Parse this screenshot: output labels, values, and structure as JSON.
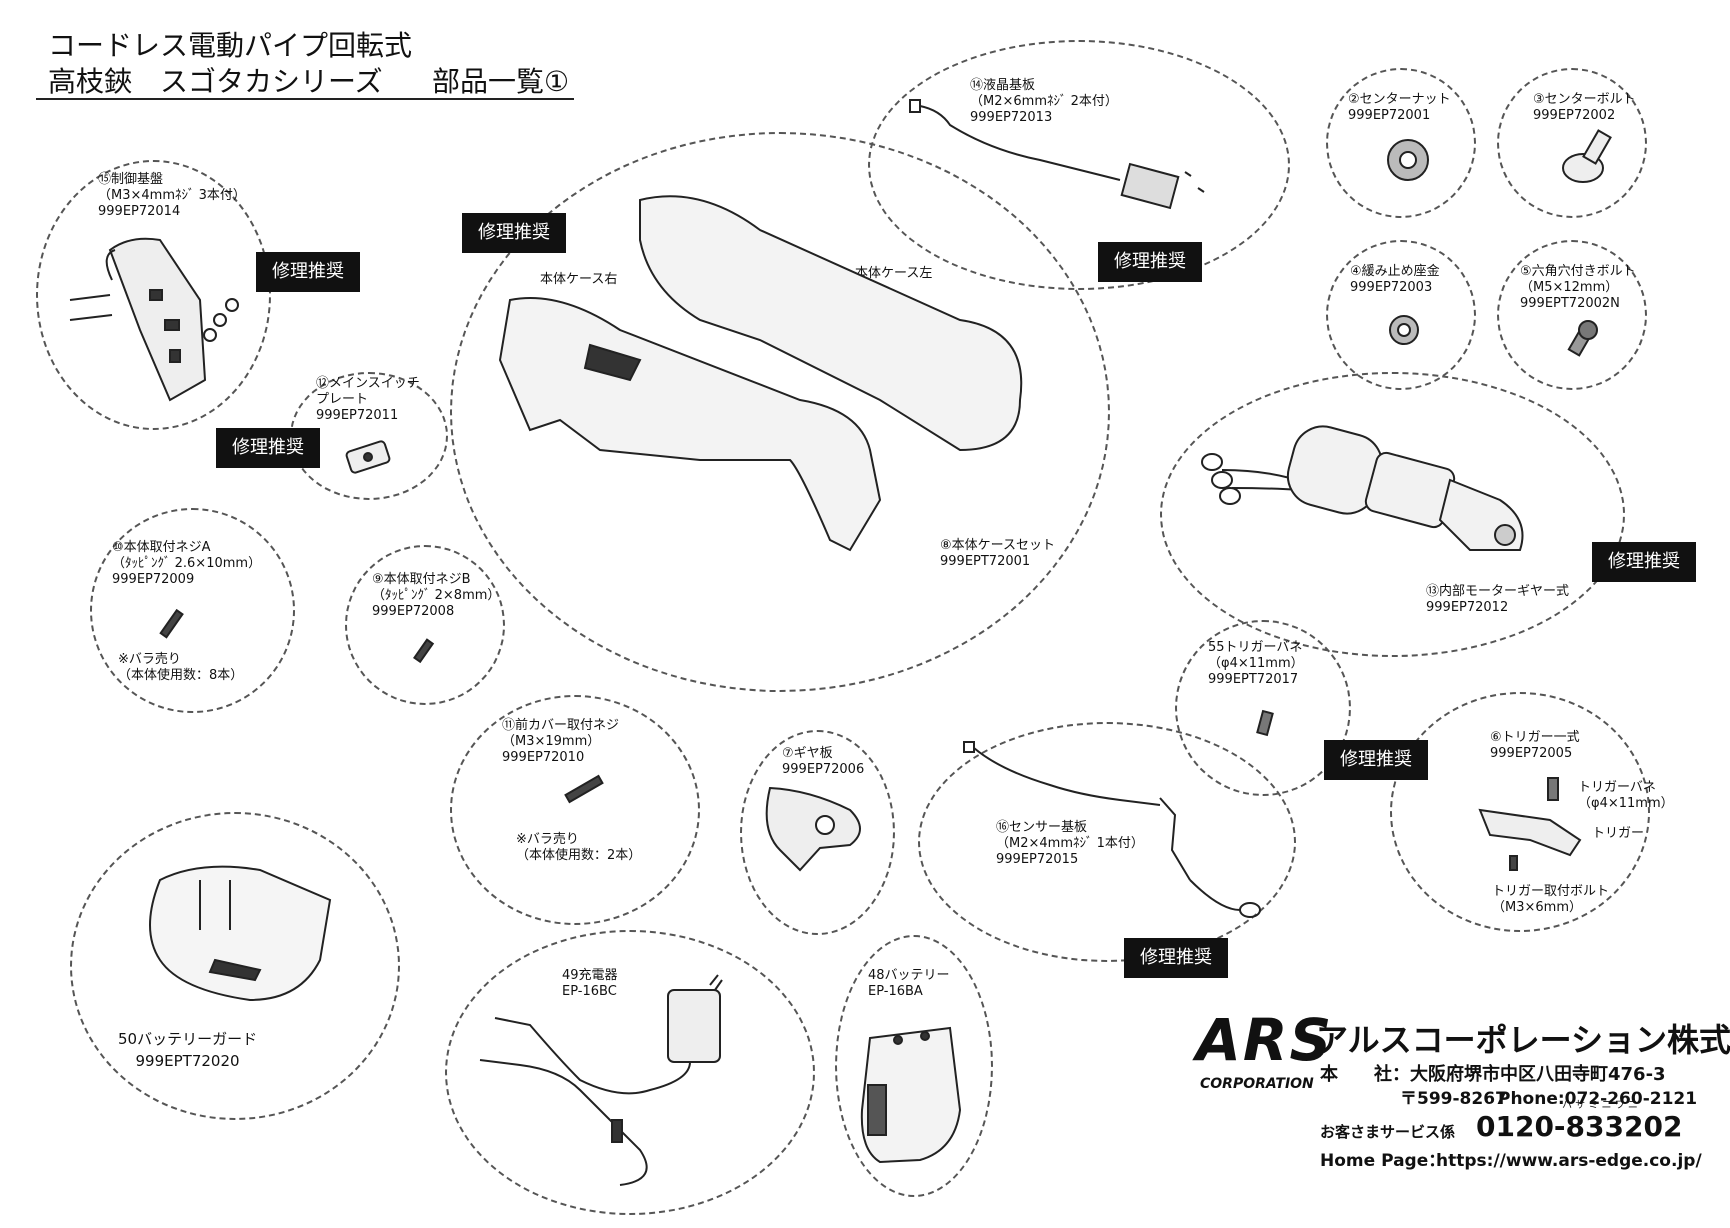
{
  "header": {
    "line1": "コードレス電動パイプ回転式",
    "line2": "高枝鋏　スゴタカシリーズ",
    "list_title": "部品一覧①"
  },
  "repair_tag": "修理推奨",
  "parts": {
    "p15": {
      "name": "⑮制御基盤",
      "spec": "（M3×4mmﾈｼﾞ 3本付）",
      "code": "999EP72014"
    },
    "p14": {
      "name": "⑭液晶基板",
      "spec": "（M2×6mmﾈｼﾞ 2本付）",
      "code": "999EP72013"
    },
    "p2": {
      "name": "②センターナット",
      "code": "999EP72001"
    },
    "p3": {
      "name": "③センターボルト",
      "code": "999EP72002"
    },
    "p4": {
      "name": "④緩み止め座金",
      "code": "999EP72003"
    },
    "p5": {
      "name": "⑤六角穴付きボルト",
      "spec": "（M5×12mm）",
      "code": "999EPT72002N"
    },
    "p8": {
      "name": "⑧本体ケースセット",
      "code": "999EPT72001",
      "right": "本体ケース右",
      "left": "本体ケース左"
    },
    "p12": {
      "name": "⑫メインスイッチ",
      "name2": "プレート",
      "code": "999EP72011"
    },
    "p10": {
      "name": "⑩本体取付ネジA",
      "spec": "（ﾀｯﾋﾟﾝｸﾞ 2.6×10mm）",
      "code": "999EP72009",
      "note1": "※バラ売り",
      "note2": "（本体使用数：8本）"
    },
    "p9": {
      "name": "⑨本体取付ネジB",
      "spec": "（ﾀｯﾋﾟﾝｸﾞ 2×8mm）",
      "code": "999EP72008"
    },
    "p13": {
      "name": "⑬内部モーターギヤー式",
      "code": "999EP72012"
    },
    "p55": {
      "name": "55トリガーバネ",
      "spec": "（φ4×11mm）",
      "code": "999EPT72017"
    },
    "p11": {
      "name": "⑪前カバー取付ネジ",
      "spec": "（M3×19mm）",
      "code": "999EP72010",
      "note1": "※バラ売り",
      "note2": "（本体使用数：2本）"
    },
    "p7": {
      "name": "⑦ギヤ板",
      "code": "999EP72006"
    },
    "p16": {
      "name": "⑯センサー基板",
      "spec": "（M2×4mmﾈｼﾞ 1本付）",
      "code": "999EP72015"
    },
    "p6": {
      "name": "⑥トリガー一式",
      "code": "999EP72005",
      "spring": "トリガーバネ",
      "spring_spec": "（φ4×11mm）",
      "trigger": "トリガー",
      "bolt": "トリガー取付ボルト",
      "bolt_spec": "（M3×6mm）"
    },
    "p50": {
      "name": "50バッテリーガード",
      "code": "999EPT72020"
    },
    "p49": {
      "name": "49充電器",
      "code": "EP-16BC"
    },
    "p48": {
      "name": "48バッテリー",
      "code": "EP-16BA"
    }
  },
  "company": {
    "logo": "ARS",
    "logo_sub": "CORPORATION",
    "name": "アルスコーポレーション株式会社",
    "hq": "本　　社：大阪府堺市中区八田寺町476-3",
    "postal": "〒599-8267",
    "phone": "Phone:072-260-2121",
    "service_label": "お客さまサービス係",
    "service_number": "0120-833202",
    "service_reading": "ハ サ ミ ニ ワ ニ",
    "homepage_label": "Home Page：",
    "homepage_url": "https://www.ars-edge.co.jp/"
  }
}
